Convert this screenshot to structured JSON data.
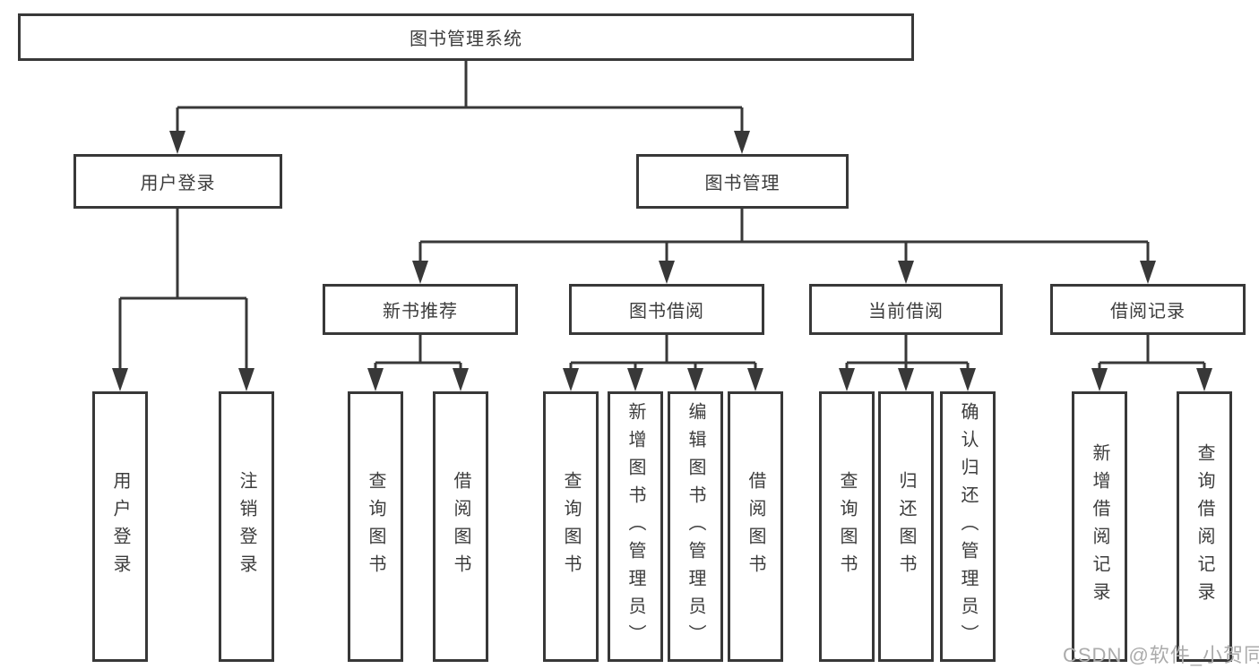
{
  "diagram": {
    "watermark": "CSDN @软件_小贺同学",
    "colors": {
      "line": "#383838",
      "box_border": "#383838",
      "text": "#3c3c3c",
      "watermark_text": "#ababab",
      "background": "#ffffff"
    }
  },
  "tree": {
    "root": {
      "label": "图书管理系统"
    },
    "level2": [
      {
        "label": "用户登录"
      },
      {
        "label": "图书管理"
      }
    ],
    "level3": [
      {
        "label": "新书推荐"
      },
      {
        "label": "图书借阅"
      },
      {
        "label": "当前借阅"
      },
      {
        "label": "借阅记录"
      }
    ],
    "leaves": {
      "user_login": [
        {
          "label": "用户登录"
        },
        {
          "label": "注销登录"
        }
      ],
      "new_book_recommend": [
        {
          "label": "查询图书"
        },
        {
          "label": "借阅图书"
        }
      ],
      "book_borrow": [
        {
          "label": "查询图书"
        },
        {
          "label": "新增图书（管理员）"
        },
        {
          "label": "编辑图书（管理员）"
        },
        {
          "label": "借阅图书"
        }
      ],
      "current_borrow": [
        {
          "label": "查询图书"
        },
        {
          "label": "归还图书"
        },
        {
          "label": "确认归还（管理员）"
        }
      ],
      "borrow_record": [
        {
          "label": "新增借阅记录"
        },
        {
          "label": "查询借阅记录"
        }
      ]
    }
  }
}
